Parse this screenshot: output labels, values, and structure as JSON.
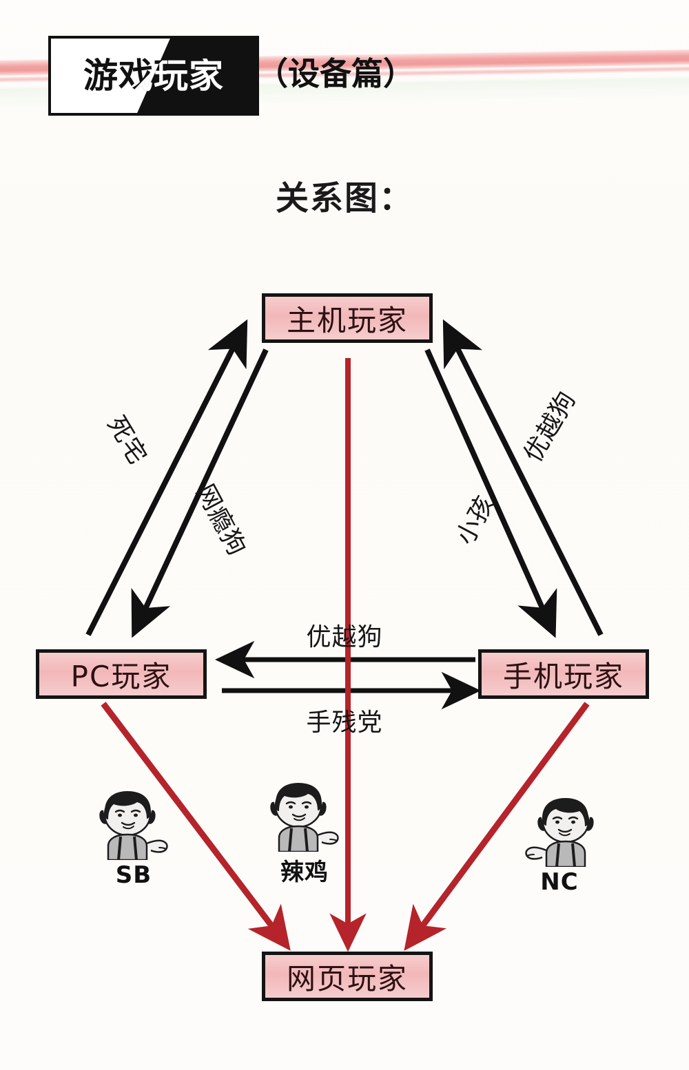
{
  "header": {
    "banner_title": "游戏玩家",
    "banner_subtitle": "（设备篇）",
    "section_title": "关系图："
  },
  "colors": {
    "node_fill": "#f2b7b9",
    "node_border": "#141414",
    "stripe_pink": "#ef9a9a",
    "red_arrow": "#b4242a",
    "black_arrow": "#111111"
  },
  "nodes": [
    {
      "id": "console",
      "label": "主机玩家"
    },
    {
      "id": "pc",
      "label": "PC玩家"
    },
    {
      "id": "mobile",
      "label": "手机玩家"
    },
    {
      "id": "web",
      "label": "网页玩家"
    }
  ],
  "edges": [
    {
      "id": "pc-to-console",
      "from": "PC玩家",
      "to": "主机玩家",
      "label": "死宅",
      "color": "#111111",
      "direction": "up-right"
    },
    {
      "id": "console-to-pc",
      "from": "主机玩家",
      "to": "PC玩家",
      "label": "网瘾狗",
      "color": "#111111",
      "direction": "down-left"
    },
    {
      "id": "mobile-to-console",
      "from": "手机玩家",
      "to": "主机玩家",
      "label": "优越狗",
      "color": "#111111",
      "direction": "up-left"
    },
    {
      "id": "console-to-mobile",
      "from": "主机玩家",
      "to": "手机玩家",
      "label": "小孩",
      "color": "#111111",
      "direction": "down-right"
    },
    {
      "id": "mobile-to-pc",
      "from": "手机玩家",
      "to": "PC玩家",
      "label": "优越狗",
      "color": "#111111",
      "direction": "left"
    },
    {
      "id": "pc-to-mobile",
      "from": "PC玩家",
      "to": "手机玩家",
      "label": "手残党",
      "color": "#111111",
      "direction": "right"
    },
    {
      "id": "pc-to-web",
      "from": "PC玩家",
      "to": "网页玩家",
      "label": "SB",
      "color": "#b4242a",
      "direction": "down-right"
    },
    {
      "id": "console-to-web",
      "from": "主机玩家",
      "to": "网页玩家",
      "label": "辣鸡",
      "color": "#b4242a",
      "direction": "down"
    },
    {
      "id": "mobile-to-web",
      "from": "手机玩家",
      "to": "网页玩家",
      "label": "NC",
      "color": "#b4242a",
      "direction": "down-left"
    }
  ],
  "memes": [
    {
      "id": "sb",
      "caption": "SB",
      "icon": "meme-face-pointing-icon"
    },
    {
      "id": "laji",
      "caption": "辣鸡",
      "icon": "meme-face-pointing-icon"
    },
    {
      "id": "nc",
      "caption": "NC",
      "icon": "meme-face-pointing-icon"
    }
  ]
}
